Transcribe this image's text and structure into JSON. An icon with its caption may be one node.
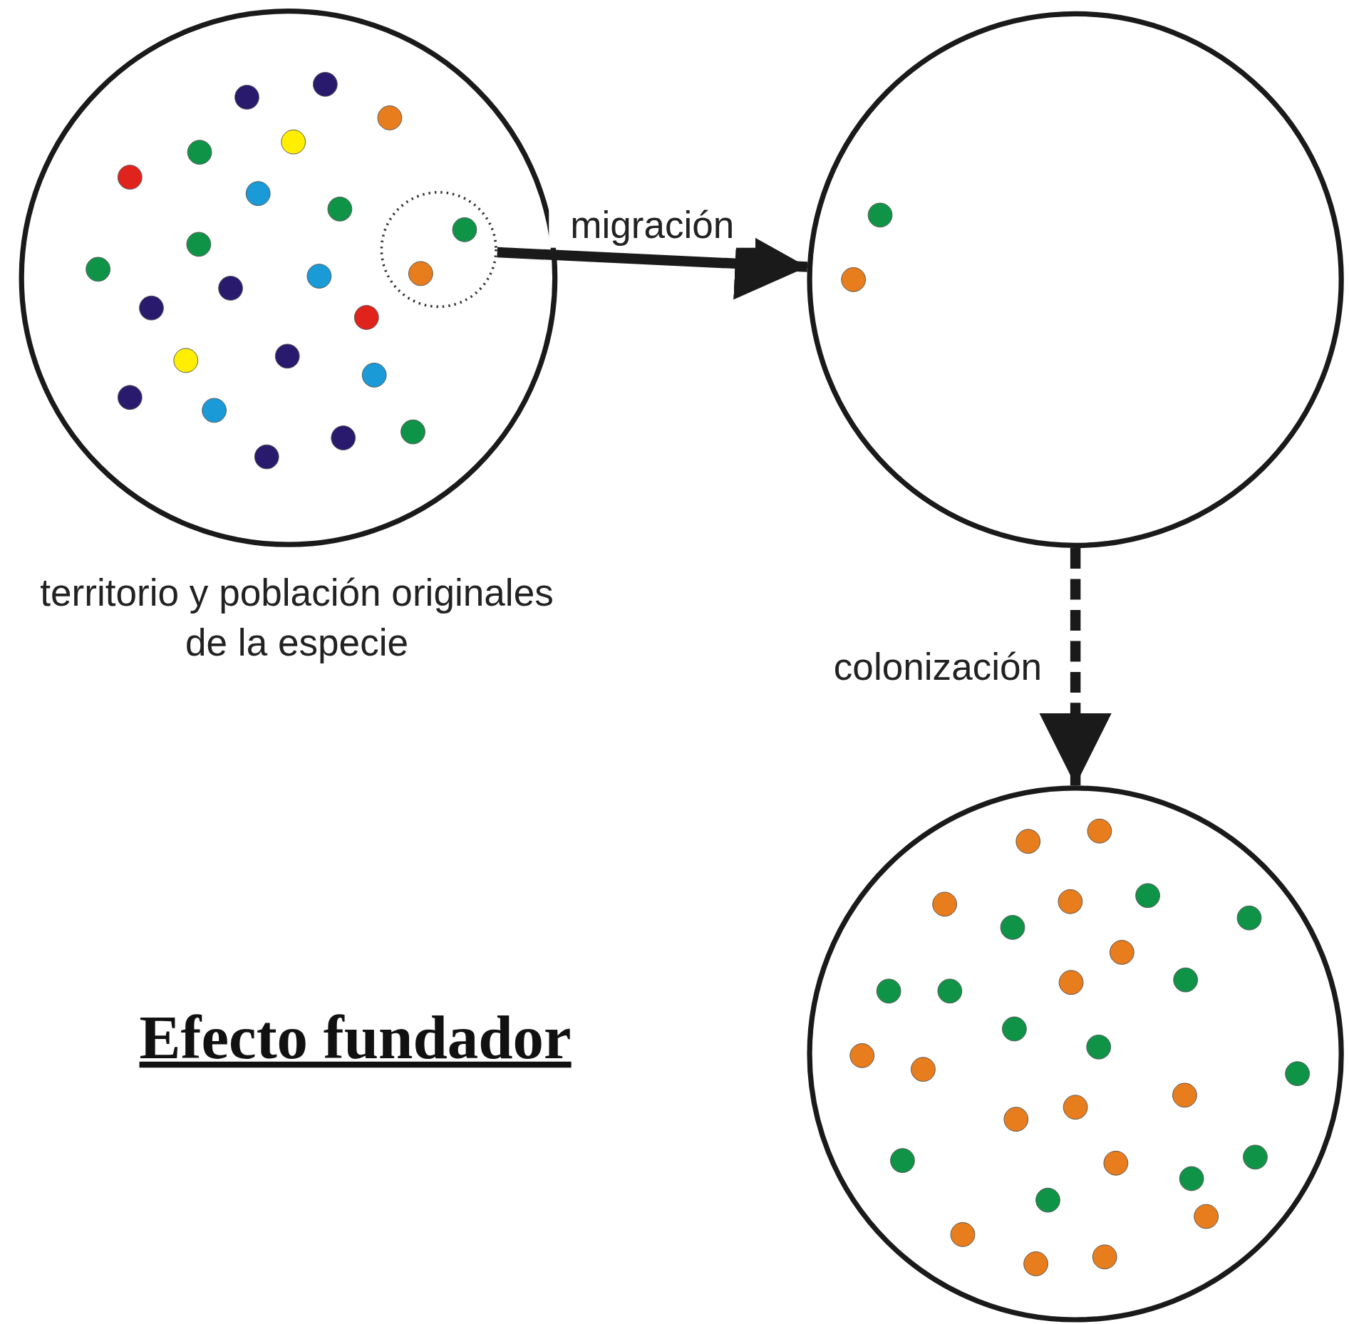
{
  "diagram": {
    "title": "Efecto fundador",
    "nodes": [
      {
        "text": [],
        "shape": "circle",
        "beside": [
          "territorio y población originales de la especie"
        ]
      },
      {
        "text": [],
        "shape": "circle",
        "in": 0
      },
      {
        "text": [],
        "shape": "circle"
      },
      {
        "text": [],
        "shape": "circle"
      }
    ],
    "edges": [
      {
        "from": 1,
        "to": 2,
        "arrow": "to",
        "label": "migración"
      },
      {
        "from": 2,
        "to": 3,
        "arrow": "to",
        "label": "colonización",
        "style": "dashed"
      }
    ]
  }
}
